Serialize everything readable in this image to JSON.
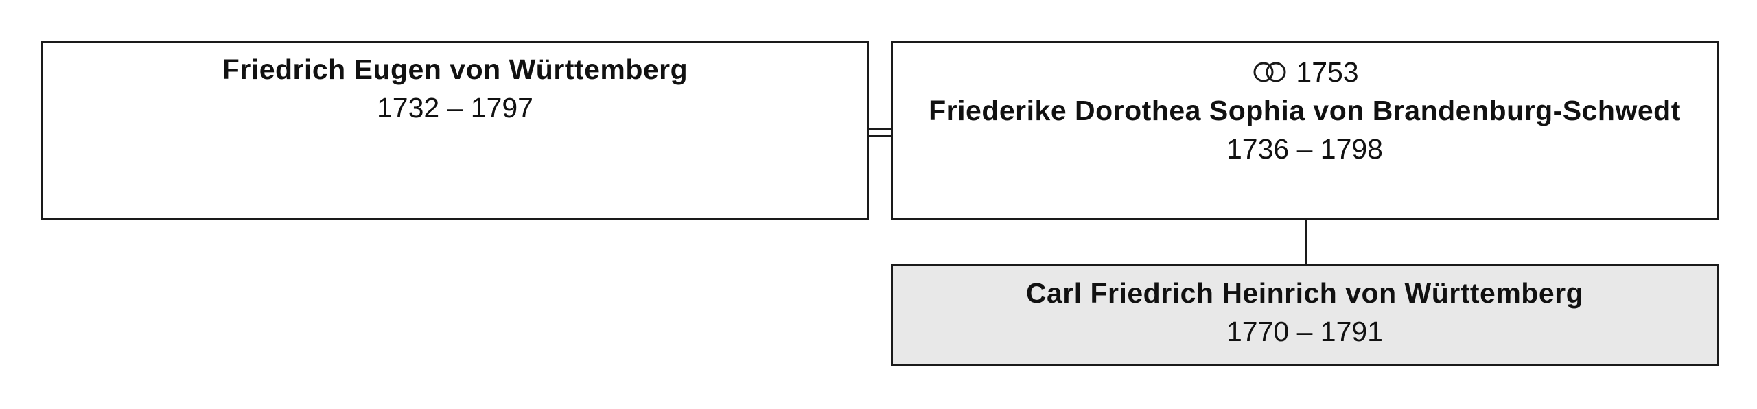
{
  "father": {
    "name": "Friedrich Eugen von Württemberg",
    "dates": "1732 – 1797"
  },
  "mother": {
    "marriage_icon": "wedding-rings-icon",
    "marriage_year": "1753",
    "name": "Friederike Dorothea Sophia von Brandenburg-Schwedt",
    "dates": "1736 – 1798"
  },
  "child": {
    "name": "Carl Friedrich Heinrich von Württemberg",
    "dates": "1770 – 1791"
  },
  "colors": {
    "border": "#1a1a1a",
    "highlight_background": "#e8e8e8"
  }
}
